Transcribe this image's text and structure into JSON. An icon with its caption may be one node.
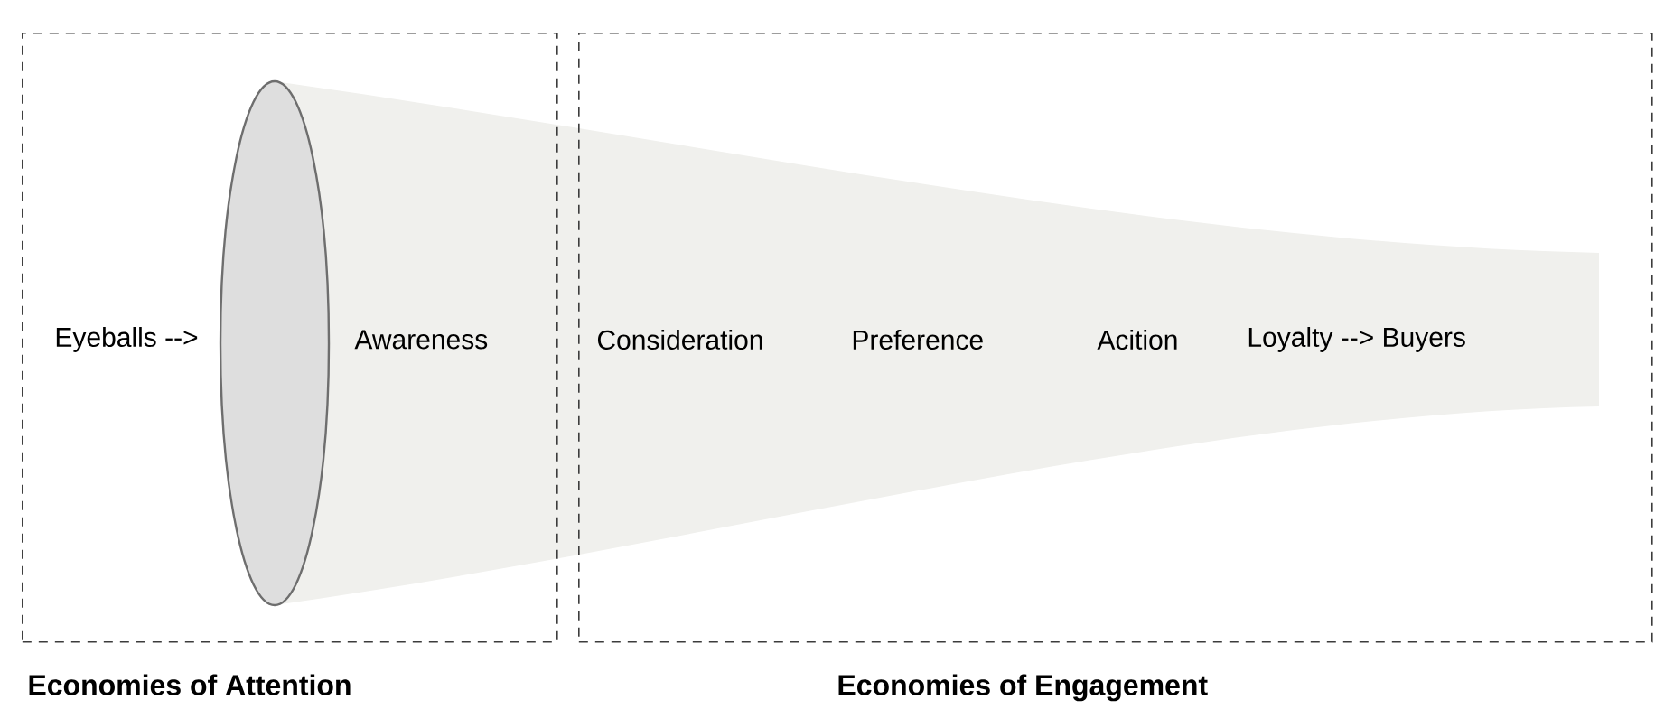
{
  "diagram": {
    "nodes": [
      {
        "text": [
          "Economies of Attention"
        ]
      },
      {
        "text": [
          "Economies of Engagement"
        ]
      }
    ],
    "labels": [
      "Eyeballs -->",
      "Awareness",
      "Consideration",
      "Preference",
      "Acition",
      "Loyalty --> Buyers"
    ]
  }
}
